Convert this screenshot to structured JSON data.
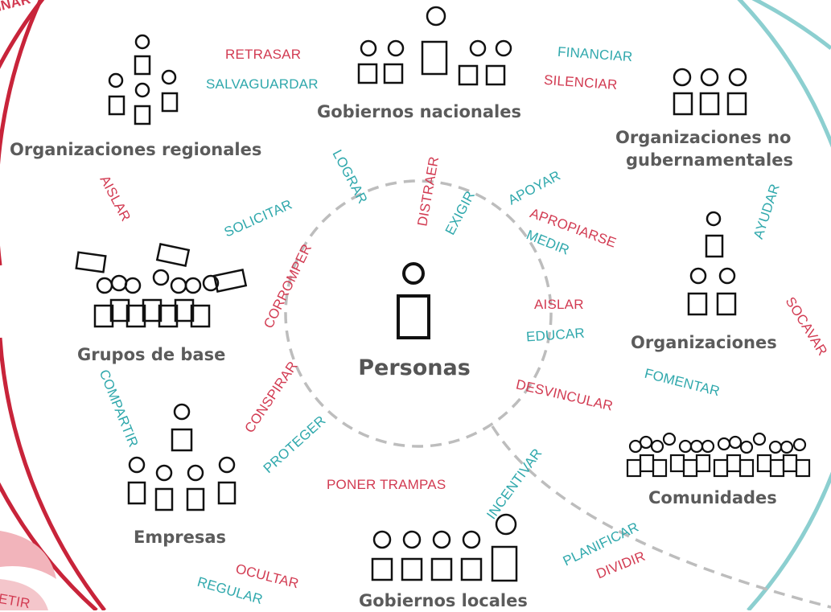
{
  "center_label": "Personas",
  "groups": [
    {
      "key": "gobiernos_nacionales",
      "label": "Gobiernos nacionales"
    },
    {
      "key": "organizaciones_regionales",
      "label": "Organizaciones regionales"
    },
    {
      "key": "ong_line1",
      "label": "Organizaciones no"
    },
    {
      "key": "ong_line2",
      "label": "gubernamentales"
    },
    {
      "key": "organizaciones",
      "label": "Organizaciones"
    },
    {
      "key": "grupos_de_base",
      "label": "Grupos de base"
    },
    {
      "key": "empresas",
      "label": "Empresas"
    },
    {
      "key": "comunidades",
      "label": "Comunidades"
    },
    {
      "key": "gobiernos_locales",
      "label": "Gobiernos locales"
    }
  ],
  "verbs_red": [
    "INAR",
    "RETRASAR",
    "SILENCIAR",
    "AISLAR",
    "DISTRAER",
    "APROPIARSE",
    "CORROMPER",
    "AISLAR",
    "SOCAVAR",
    "CONSPIRAR",
    "DESVINCULAR",
    "PONER TRAMPAS",
    "DIVIDIR",
    "OCULTAR",
    "ETIR"
  ],
  "verbs_teal": [
    "SALVAGUARDAR",
    "FINANCIAR",
    "LOGRAR",
    "SOLICITAR",
    "EXIGIR",
    "APOYAR",
    "MEDIR",
    "AYUDAR",
    "EDUCAR",
    "FOMENTAR",
    "COMPARTIR",
    "PROTEGER",
    "INCENTIVAR",
    "PLANIFICAR",
    "REGULAR"
  ],
  "colors": {
    "red": "#d23b52",
    "teal": "#2fa8ac",
    "dash": "#bdbdbd",
    "label": "#5b5b5b"
  }
}
